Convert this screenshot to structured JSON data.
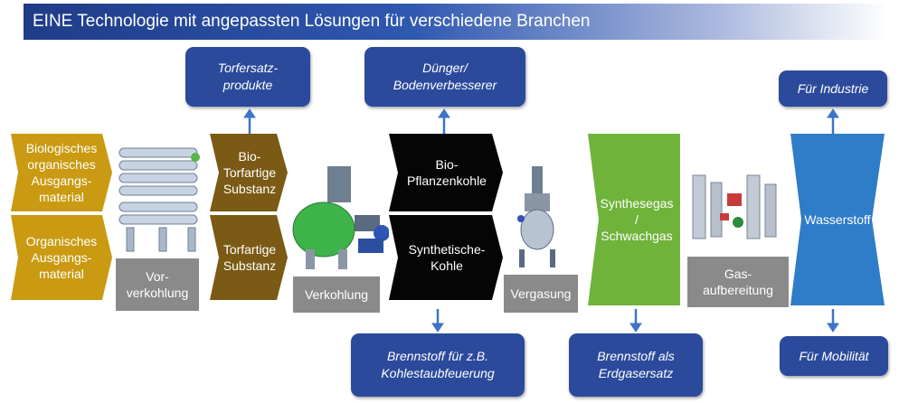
{
  "title": "EINE Technologie mit angepassten Lösungen für verschiedene Branchen",
  "outputs_top": {
    "torfersatz": "Torfersatz-\nprodukte",
    "duenger": "Dünger/\nBodenverbesserer",
    "industrie": "Für Industrie"
  },
  "outputs_bottom": {
    "kohlestaub": "Brennstoff für z.B.\nKohlestaubfeuerung",
    "erdgasersatz": "Brennstoff als\nErdgasersatz",
    "mobilitaet": "Für Mobilität"
  },
  "inputs": {
    "biologisch": "Biologisches\norganisches\nAusgangs-\nmaterial",
    "organisch": "Organisches\nAusgangs-\nmaterial"
  },
  "intermediates": {
    "bio_torf": "Bio-\nTorfartige\nSubstanz",
    "torf": "Torfartige\nSubstanz",
    "bio_pflanzenkohle": "Bio-\nPflanzenkohle",
    "synth_kohle": "Synthetische-\nKohle",
    "synthesegas": "Synthesegas\n/\nSchwachgas",
    "wasserstoff": "Wasserstoff"
  },
  "processes": {
    "vorverkohlung": "Vor-\nverkohlung",
    "verkohlung": "Verkohlung",
    "vergasung": "Vergasung",
    "gasaufbereitung": "Gas-\naufbereitung"
  },
  "colors": {
    "banner": "#1f3c88",
    "pill": "#2b4a9c",
    "input": "#c99a12",
    "torf": "#7a5a14",
    "kohle": "#050505",
    "gas": "#6fb33a",
    "wasserstoff": "#2f7cc8",
    "process": "#8a8a8a",
    "arrow": "#3e73c8"
  }
}
